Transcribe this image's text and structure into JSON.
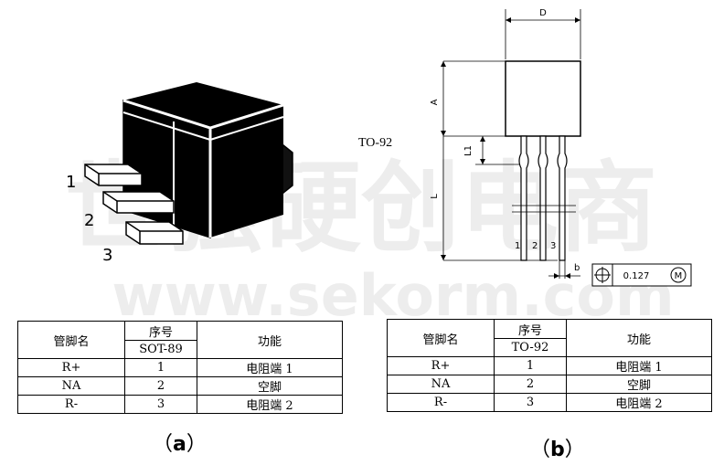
{
  "watermark": {
    "text_cn": "世强硬创电商",
    "text_en": "www.sekorm.com"
  },
  "sot89": {
    "pin_labels": [
      "1",
      "2",
      "3"
    ],
    "caption": "a"
  },
  "to92": {
    "package_label": "TO-92",
    "dims": {
      "D": "D",
      "A": "A",
      "L1": "L1",
      "L": "L",
      "b": "b"
    },
    "pin_labels": [
      "1",
      "2",
      "3"
    ],
    "tolerance": "0.127",
    "tolerance_symbol": "M",
    "caption": "b"
  },
  "table_a": {
    "col_name": "管脚名",
    "col_seq": "序号",
    "col_pkg": "SOT-89",
    "col_func": "功能",
    "rows": [
      {
        "name": "R+",
        "seq": "1",
        "func": "电阻端 1"
      },
      {
        "name": "NA",
        "seq": "2",
        "func": "空脚"
      },
      {
        "name": "R-",
        "seq": "3",
        "func": "电阻端 2"
      }
    ]
  },
  "table_b": {
    "col_name": "管脚名",
    "col_seq": "序号",
    "col_pkg": "TO-92",
    "col_func": "功能",
    "rows": [
      {
        "name": "R+",
        "seq": "1",
        "func": "电阻端 1"
      },
      {
        "name": "NA",
        "seq": "2",
        "func": "空脚"
      },
      {
        "name": "R-",
        "seq": "3",
        "func": "电阻端 2"
      }
    ]
  }
}
